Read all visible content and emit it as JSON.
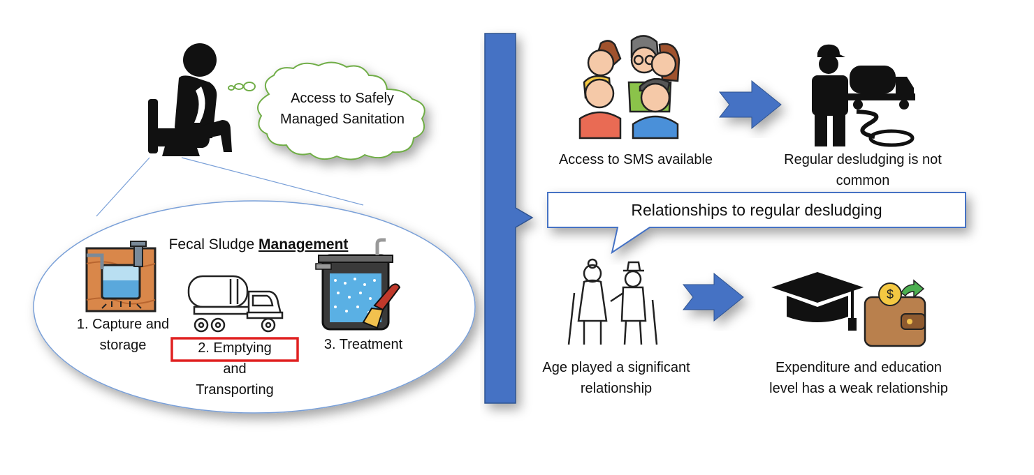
{
  "thought_bubble": {
    "text": "Access to Safely\nManaged Sanitation"
  },
  "fsm": {
    "title_prefix": "Fecal Sludge ",
    "title_emphasis": "Management",
    "steps": [
      {
        "label": "1. Capture and\nstorage",
        "icon": "septic-tank-icon"
      },
      {
        "label_first": "2. Emptying",
        "label_rest": "and\nTransporting",
        "icon": "tanker-truck-icon",
        "highlight_color": "#e02020"
      },
      {
        "label": "3. Treatment",
        "icon": "treatment-tank-icon"
      }
    ]
  },
  "findings": {
    "banner": "Relationships to regular desludging",
    "top_left": {
      "label": "Access to SMS available",
      "icon": "people-group-icon"
    },
    "top_right": {
      "label": "Regular desludging is not\ncommon",
      "icon": "desludging-worker-truck-icon"
    },
    "bottom_left": {
      "label": "Age played a significant\nrelationship",
      "icon": "elderly-couple-icon"
    },
    "bottom_right": {
      "label": "Expenditure and education\nlevel has a weak relationship",
      "icon": "graduation-cap-wallet-icon"
    }
  },
  "colors": {
    "accent_blue": "#4472c4",
    "highlight_red": "#e02020",
    "bubble_green": "#70ad47"
  }
}
